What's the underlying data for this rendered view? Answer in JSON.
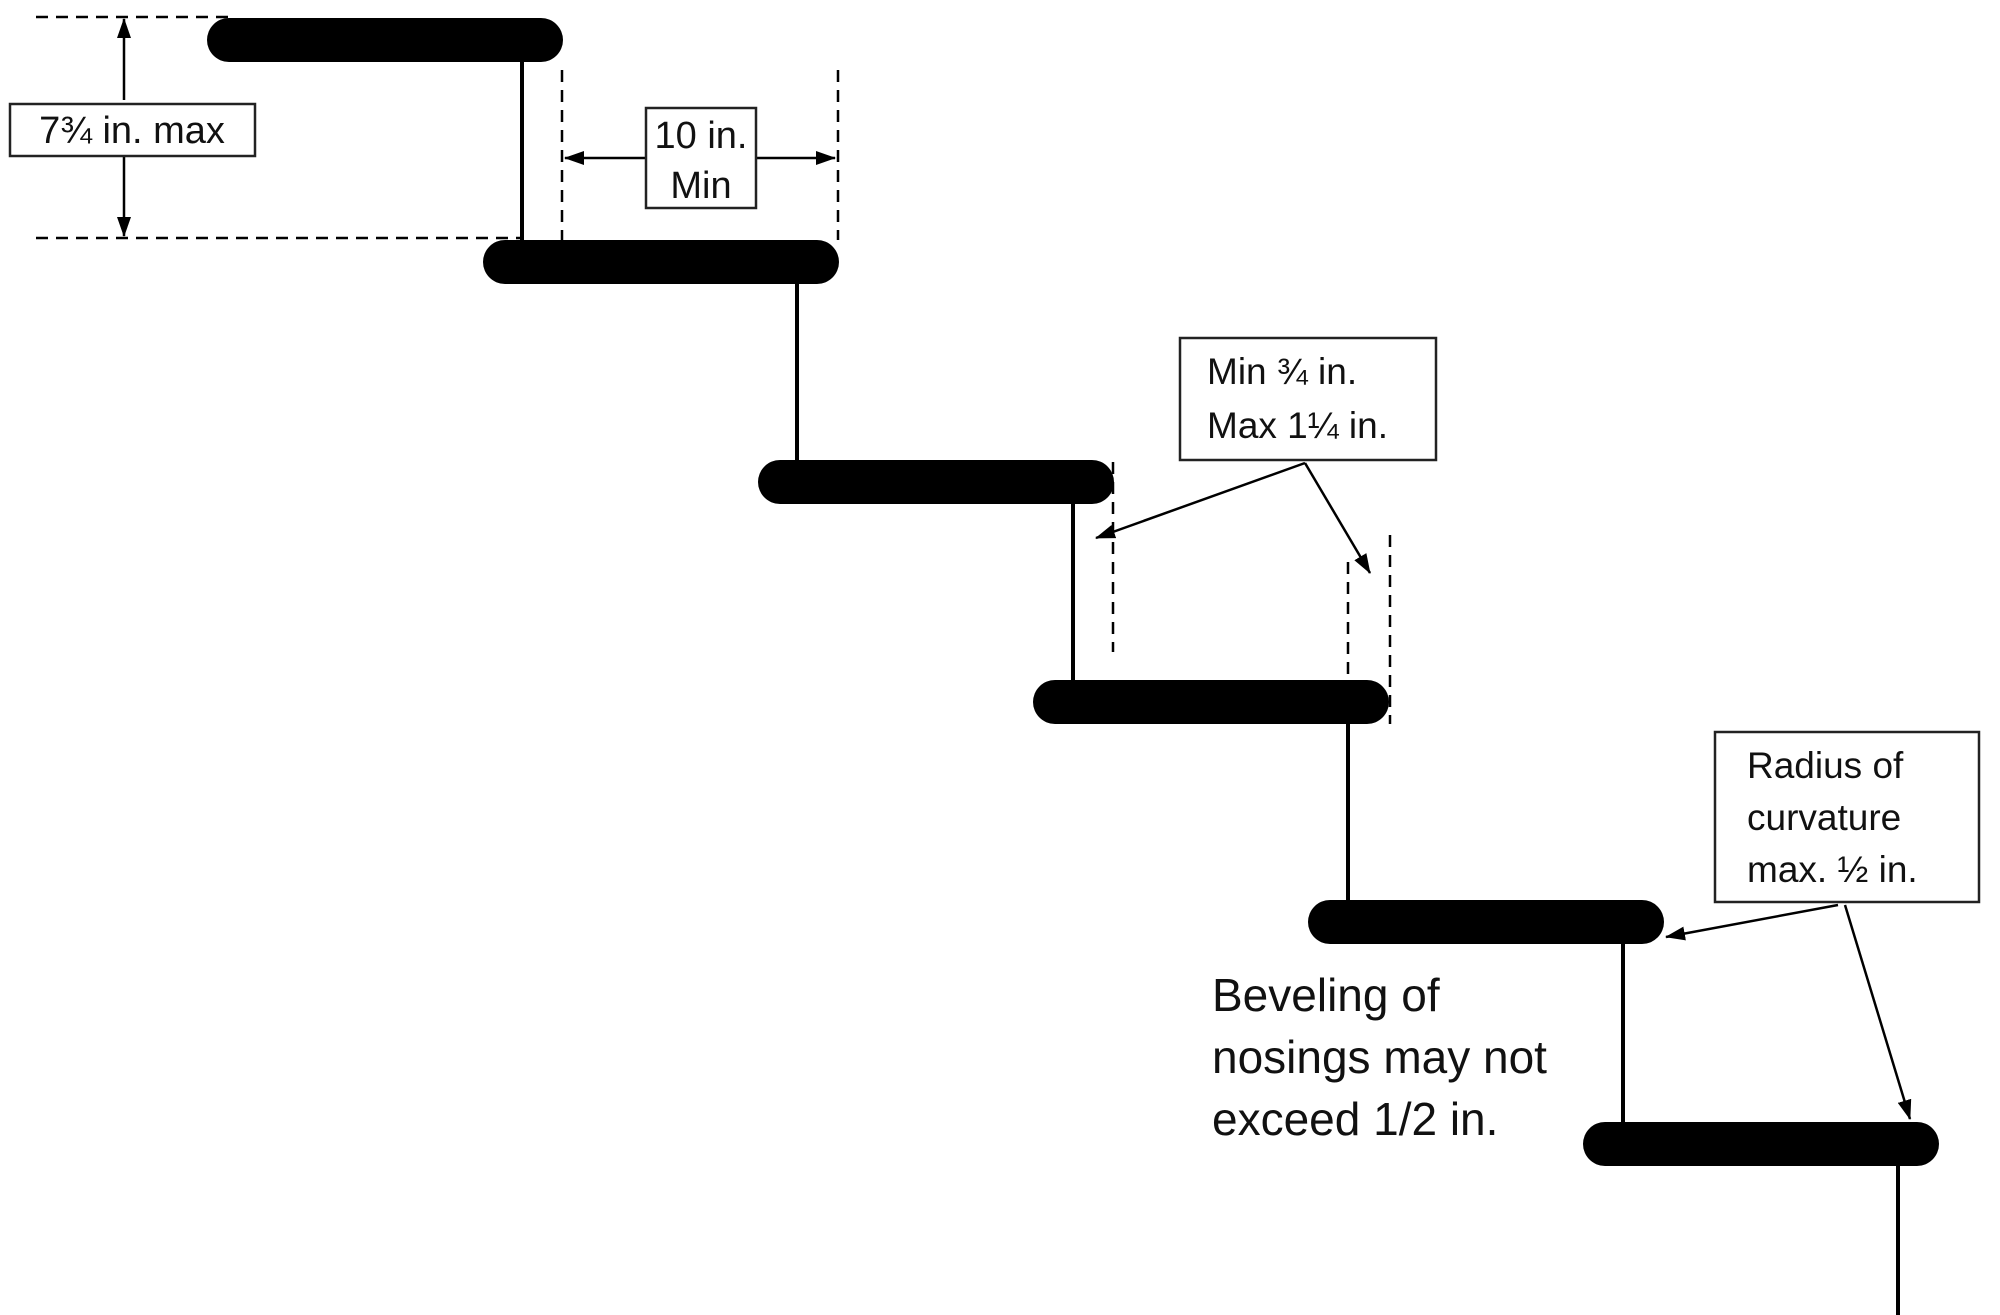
{
  "labels": {
    "riser_max": "7¾ in. max",
    "tread_min_line1": "10 in.",
    "tread_min_line2": "Min",
    "nosing_projection_line1": "Min ¾ in.",
    "nosing_projection_line2": "Max 1¼ in.",
    "radius_line1": "Radius of",
    "radius_line2": "curvature",
    "radius_line3": "max. ½ in.",
    "bevel_line1": "Beveling of",
    "bevel_line2": "nosings may not",
    "bevel_line3": "exceed 1/2 in."
  }
}
